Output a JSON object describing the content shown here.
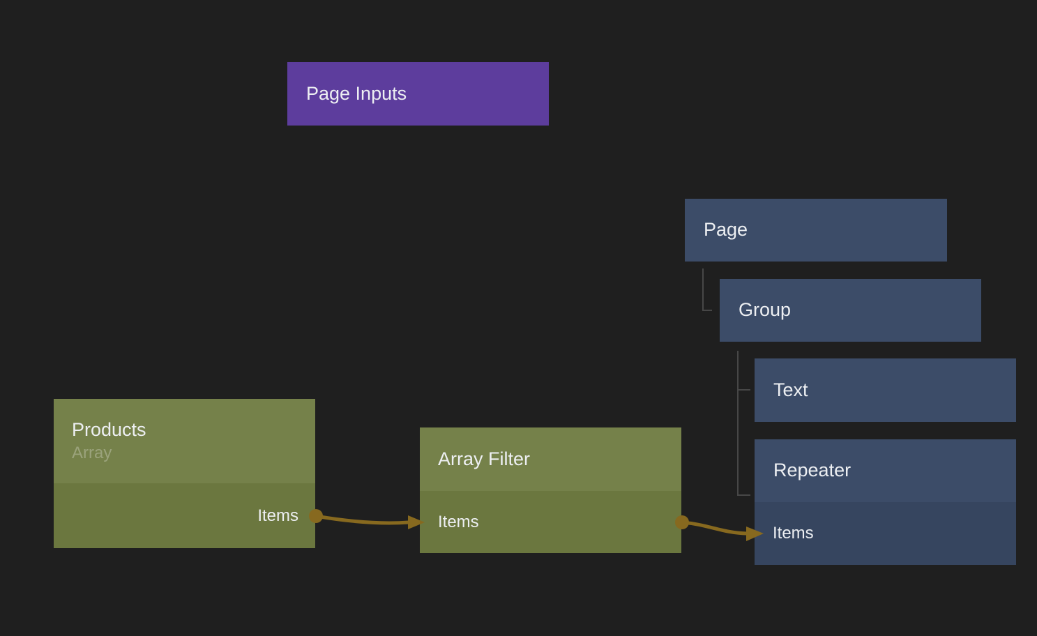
{
  "colors": {
    "canvas-bg": "#1f1f1f",
    "node-purple": "#5d3d9d",
    "node-blue": "#3c4c68",
    "node-blue-port": "#36455f",
    "node-green": "#75814a",
    "node-green-port": "#6b773f",
    "wire-gold": "#87691f",
    "tree-line": "#474747",
    "text-primary": "#edeff2",
    "text-muted": "#9ba37c"
  },
  "nodes": {
    "page_inputs": {
      "label": "Page Inputs"
    },
    "page": {
      "label": "Page"
    },
    "group": {
      "label": "Group"
    },
    "text": {
      "label": "Text"
    },
    "repeater": {
      "label": "Repeater",
      "items_port": "Items"
    },
    "products": {
      "label": "Products",
      "subtitle": "Array",
      "items_port": "Items"
    },
    "array_filter": {
      "label": "Array Filter",
      "items_port": "Items"
    }
  },
  "connections": [
    {
      "from": "products.items",
      "to": "array_filter.items"
    },
    {
      "from": "array_filter.items",
      "to": "repeater.items"
    }
  ],
  "hierarchy": [
    {
      "parent": "page",
      "child": "group"
    },
    {
      "parent": "group",
      "child": "text"
    },
    {
      "parent": "group",
      "child": "repeater"
    }
  ]
}
